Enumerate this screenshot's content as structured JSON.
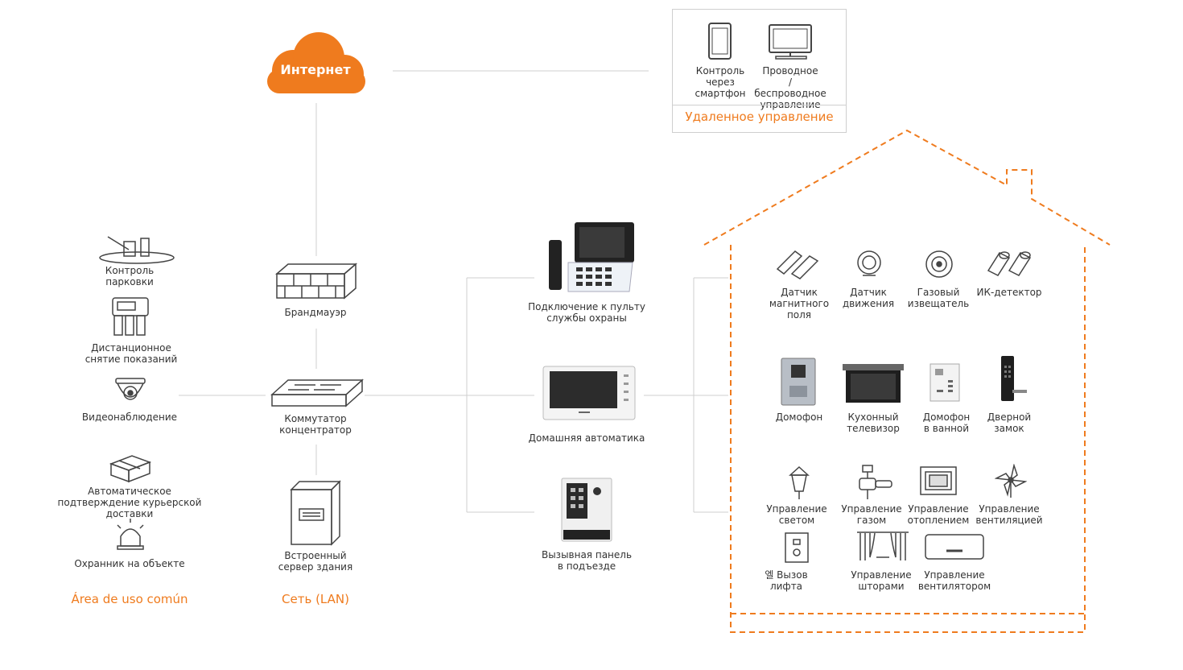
{
  "internet": {
    "label": "Интернет"
  },
  "remote": {
    "title": "Удаленное управление",
    "items": [
      {
        "label": "Контроль\nчерез\nсмартфон"
      },
      {
        "label": "Проводное\n/беспроводное\nуправление"
      }
    ]
  },
  "common_area": {
    "title": "Área de uso común",
    "items": [
      {
        "label": "Контроль\nпарковки"
      },
      {
        "label": "Дистанционное\nснятие показаний"
      },
      {
        "label": "Видеонаблюдение"
      },
      {
        "label": "Автоматическое\nподтверждение курьерской\nдоставки"
      },
      {
        "label": "Охранник на объекте"
      }
    ]
  },
  "lan": {
    "title": "Сеть (LAN)",
    "items": [
      {
        "label": "Брандмауэр"
      },
      {
        "label": "Коммутатор\nконцентратор"
      },
      {
        "label": "Встроенный\nсервер здания"
      }
    ]
  },
  "devices": {
    "items": [
      {
        "label": "Подключение к пульту\nслужбы охраны"
      },
      {
        "label": "Домашняя автоматика"
      },
      {
        "label": "Вызывная панель\nв подъезде"
      }
    ]
  },
  "home": {
    "row1": [
      {
        "label": "Датчик\nмагнитного\nполя"
      },
      {
        "label": "Датчик\nдвижения"
      },
      {
        "label": "Газовый\nизвещатель"
      },
      {
        "label": "ИК-детектор"
      }
    ],
    "row2": [
      {
        "label": "Домофон"
      },
      {
        "label": "Кухонный\nтелевизор"
      },
      {
        "label": "Домофон\nв ванной"
      },
      {
        "label": "Дверной\nзамок"
      }
    ],
    "row3": [
      {
        "label": "Управление\nсветом"
      },
      {
        "label": "Управление\nгазом"
      },
      {
        "label": "Управление\nотоплением"
      },
      {
        "label": "Управление\nвентиляцией"
      }
    ],
    "row4": [
      {
        "label": "엘 Вызов\nлифта"
      },
      {
        "label": "Управление\nшторами"
      },
      {
        "label": "Управление\nвентилятором"
      }
    ]
  },
  "colors": {
    "accent": "#ef7b1e",
    "line": "#cfcfcf",
    "icon": "#444444"
  }
}
